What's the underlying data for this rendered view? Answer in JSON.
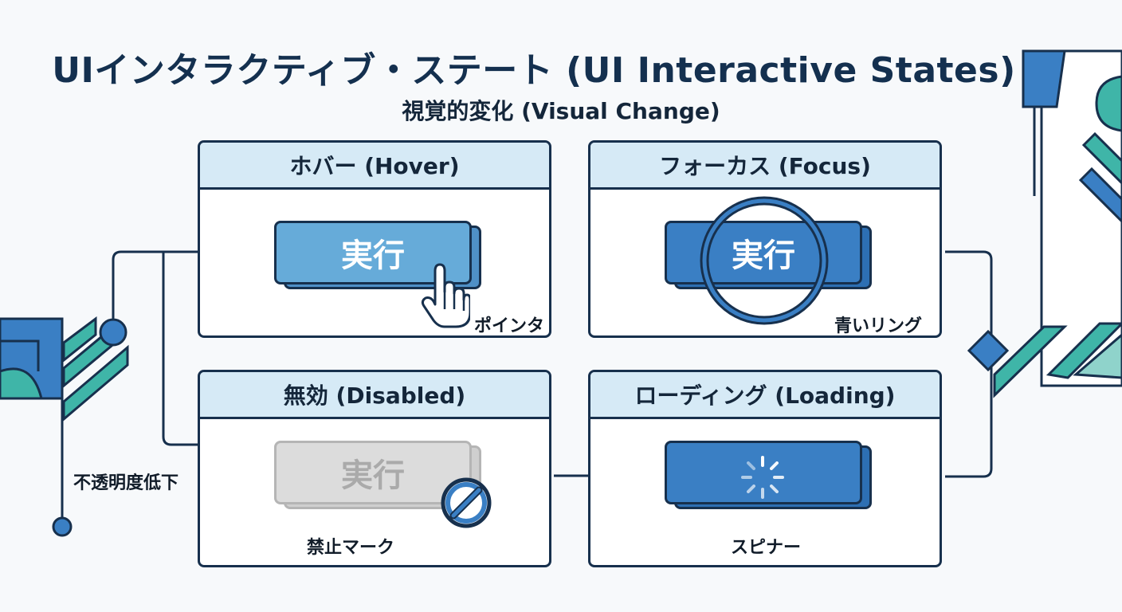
{
  "title": "UIインタラクティブ・ステート (UI Interactive States)",
  "subtitle": "視覚的変化 (Visual Change)",
  "side_note": "不透明度低下",
  "panels": {
    "hover": {
      "header": "ホバー (Hover)",
      "button": "実行",
      "note": "ポインタ"
    },
    "focus": {
      "header": "フォーカス (Focus)",
      "button": "実行",
      "note": "青いリング"
    },
    "disabled": {
      "header": "無効 (Disabled)",
      "button": "実行",
      "note": "禁止マーク"
    },
    "loading": {
      "header": "ローディング (Loading)",
      "button": "",
      "note": "スピナー"
    }
  },
  "colors": {
    "navy": "#17304d",
    "header_fill": "#d6eaf6",
    "hover_button": "#66abd9",
    "active_button": "#3a7fc4",
    "disabled_button": "#dcdcdc",
    "accent_teal": "#3fb5a8"
  },
  "icons": [
    "pointer-hand-icon",
    "focus-ring-icon",
    "prohibited-icon",
    "spinner-icon"
  ]
}
